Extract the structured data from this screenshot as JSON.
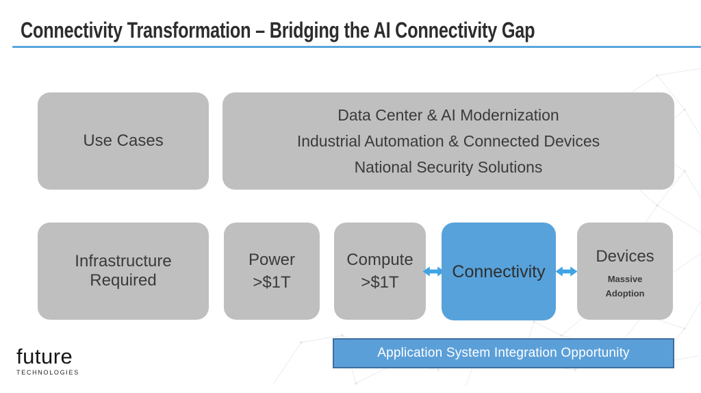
{
  "slide": {
    "title": "Connectivity Transformation – Bridging the AI Connectivity Gap",
    "colors": {
      "box_gray": "#bfbfbf",
      "accent_blue": "#57a2db",
      "arrow_blue": "#3fa4e4",
      "banner_fill": "#5b9fd8",
      "banner_border": "#3d6e9e",
      "underline_blue": "#58a6dd",
      "title_text": "#2d2d2d",
      "box_text": "#3a3a3a"
    }
  },
  "rows": {
    "use_cases": {
      "label": "Use Cases"
    },
    "use_case_items": {
      "lines": [
        "Data Center & AI Modernization",
        "Industrial Automation & Connected Devices",
        "National Security Solutions"
      ]
    },
    "infrastructure": {
      "lines": [
        "Infrastructure",
        "Required"
      ]
    },
    "power": {
      "lines": [
        "Power",
        ">$1T"
      ]
    },
    "compute": {
      "lines": [
        "Compute",
        ">$1T"
      ]
    },
    "connectivity": {
      "label": "Connectivity"
    },
    "devices": {
      "title": "Devices",
      "subtitle_lines": [
        "Massive",
        "Adoption"
      ]
    }
  },
  "banner": {
    "label": "Application System Integration Opportunity"
  },
  "logo": {
    "name": "future",
    "subtext": "TECHNOLOGIES"
  }
}
